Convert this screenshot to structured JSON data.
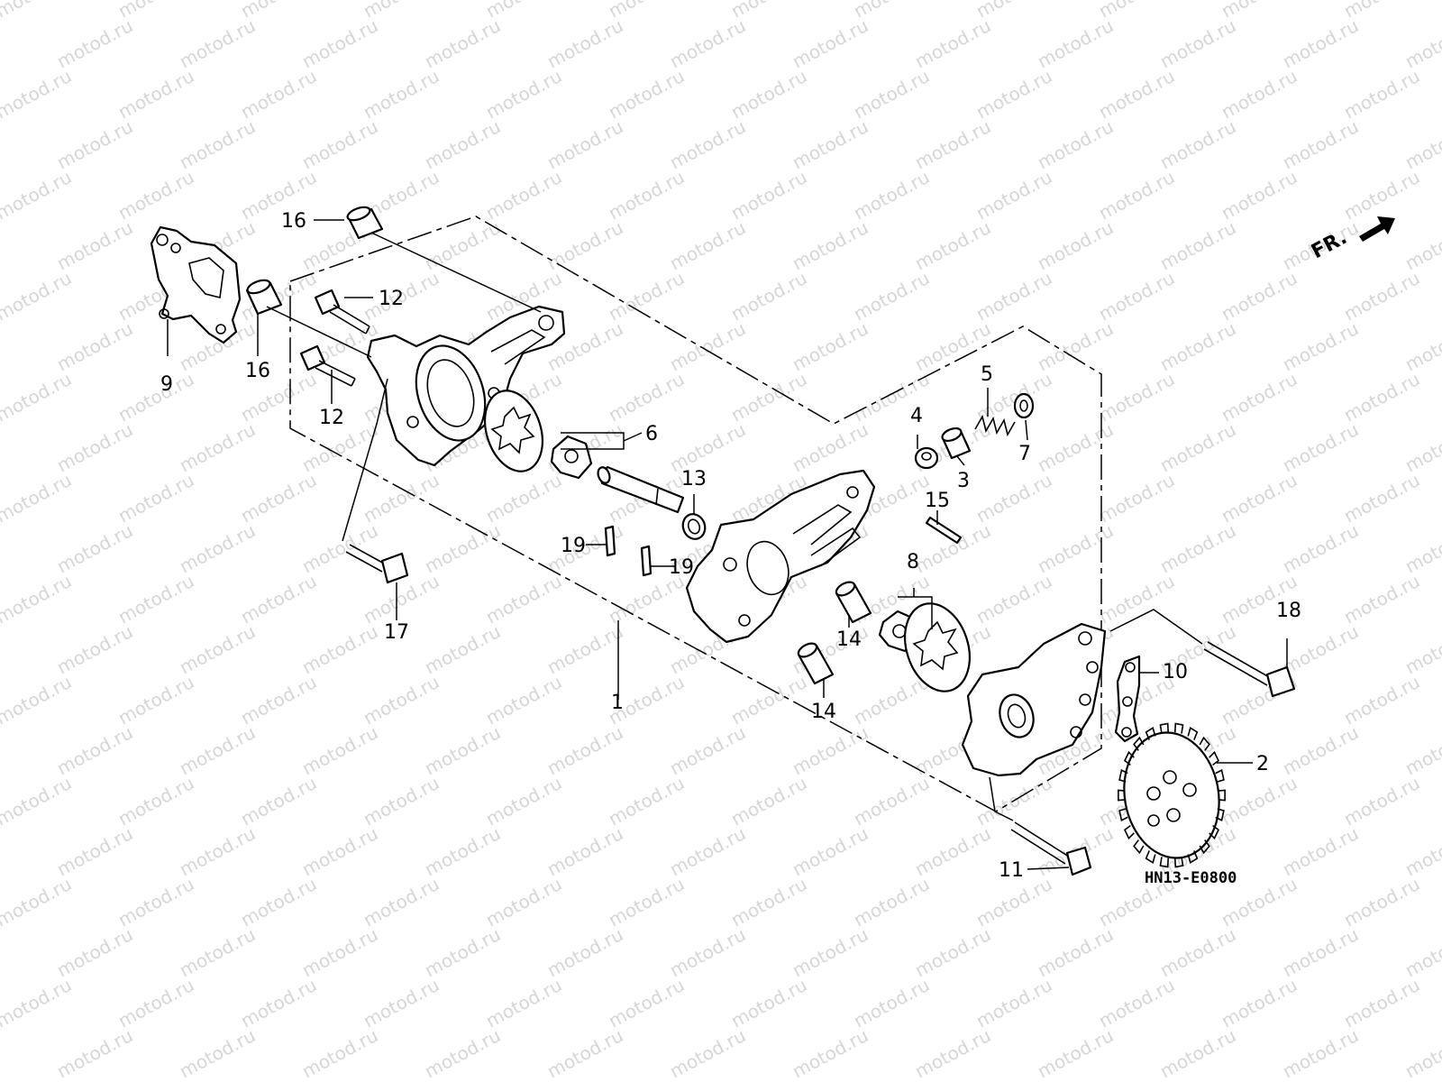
{
  "diagram": {
    "code": "HN13-E0800",
    "direction_label": "FR.",
    "watermark": "motod.ru",
    "colors": {
      "ink": "#000000",
      "watermark": "#d6d6d6",
      "background": "#ffffff"
    },
    "callouts": [
      {
        "id": "1",
        "label": "1"
      },
      {
        "id": "2",
        "label": "2"
      },
      {
        "id": "3",
        "label": "3"
      },
      {
        "id": "4",
        "label": "4"
      },
      {
        "id": "5",
        "label": "5"
      },
      {
        "id": "6",
        "label": "6"
      },
      {
        "id": "7",
        "label": "7"
      },
      {
        "id": "8",
        "label": "8"
      },
      {
        "id": "9",
        "label": "9"
      },
      {
        "id": "10",
        "label": "10"
      },
      {
        "id": "11",
        "label": "11"
      },
      {
        "id": "12a",
        "label": "12"
      },
      {
        "id": "12b",
        "label": "12"
      },
      {
        "id": "13",
        "label": "13"
      },
      {
        "id": "14a",
        "label": "14"
      },
      {
        "id": "14b",
        "label": "14"
      },
      {
        "id": "15",
        "label": "15"
      },
      {
        "id": "16a",
        "label": "16"
      },
      {
        "id": "16b",
        "label": "16"
      },
      {
        "id": "17",
        "label": "17"
      },
      {
        "id": "18",
        "label": "18"
      },
      {
        "id": "19a",
        "label": "19"
      },
      {
        "id": "19b",
        "label": "19"
      }
    ]
  }
}
